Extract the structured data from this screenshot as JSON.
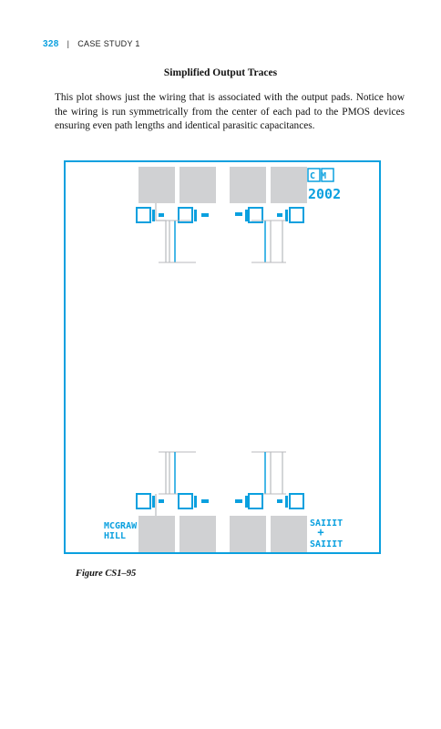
{
  "header": {
    "page_number": "328",
    "separator": "|",
    "section": "CASE STUDY 1"
  },
  "title": "Simplified Output Traces",
  "paragraph": "This plot shows just the wiring that is associated with the output pads. Notice how the wiring is run symmetrically from the center of each pad to the PMOS devices ensuring even path lengths and identical parasitic capacitances.",
  "figure": {
    "caption": "Figure CS1–95",
    "label_cm": "CM",
    "label_year": "2002",
    "label_publisher_line1": "MCGRAW",
    "label_publisher_line2": "HILL",
    "label_author_line1": "SAIIIT",
    "label_author_plus": "+",
    "label_author_line2": "SAIIIT",
    "colors": {
      "border": "#0aa0df",
      "trace": "#0aa0df",
      "pad": "#d0d1d3",
      "wire_gray": "#b8babd"
    }
  }
}
